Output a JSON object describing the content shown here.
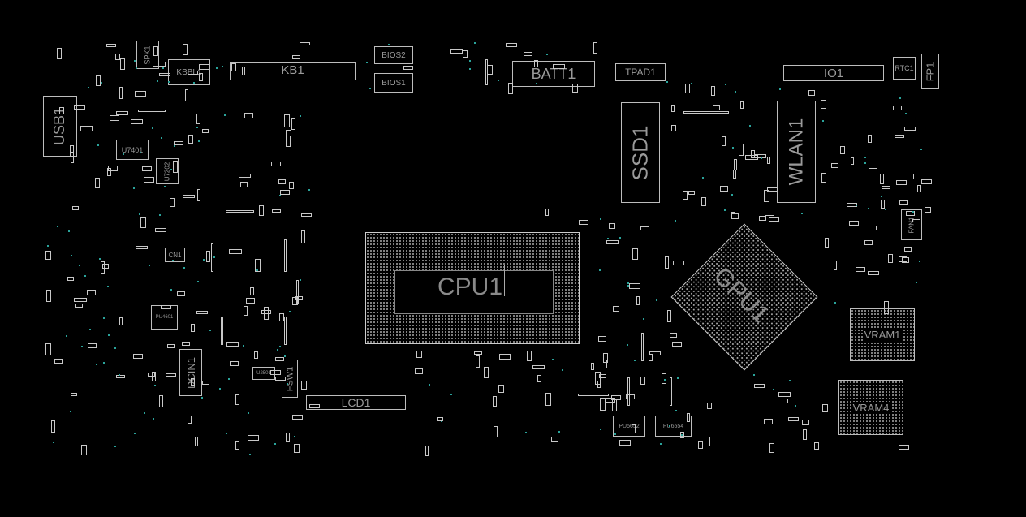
{
  "board": {
    "components": {
      "spk1": "SPK1",
      "kbbl1": "KBBL1",
      "kb1": "KB1",
      "bios2": "BIOS2",
      "bios1": "BIOS1",
      "batt1": "BATT1",
      "tpad1": "TPAD1",
      "io1": "IO1",
      "rtc1": "RTC1",
      "fp1": "FP1",
      "usb1": "USB1",
      "u7401": "U7401",
      "u7202": "U7202",
      "cn1": "CN1",
      "pu4601": "PU4601",
      "dcin1": "DCIN1",
      "u2501": "U2501",
      "fsw1": "FSW1",
      "lcd1": "LCD1",
      "cpu1": "CPU1",
      "ssd1": "SSD1",
      "wlan1": "WLAN1",
      "gpu1": "GPU1",
      "fan1": "FAN1",
      "vram1": "VRAM1",
      "vram4": "VRAM4",
      "pu5652": "PU5652",
      "pu6554": "PU6554"
    },
    "colors": {
      "background": "#000000",
      "outline": "#bdbdbd",
      "via": "#2aa39a",
      "label": "#9a9a9a"
    }
  }
}
